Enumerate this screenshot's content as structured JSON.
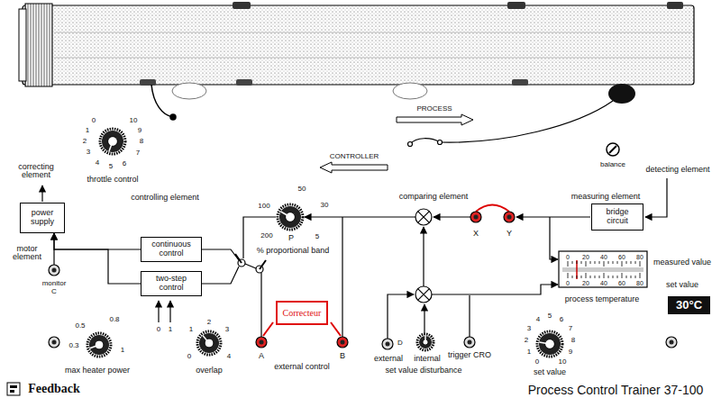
{
  "diagram": {
    "nodes": [
      {
        "text": [
          "power supply"
        ]
      },
      {
        "text": [
          "continuous control"
        ]
      },
      {
        "text": [
          "two-step control"
        ]
      },
      {
        "text": [
          "bridge circuit"
        ]
      },
      {
        "text": [
          "Correcteur"
        ]
      },
      {
        "text": [
          "30°C"
        ]
      }
    ],
    "edges": [
      {
        "from": 1,
        "to": 0,
        "arrow": "to"
      },
      {
        "from": 2,
        "to": 0,
        "arrow": "to"
      }
    ],
    "labels": [
      "0",
      "10",
      "1",
      "9",
      "2",
      "8",
      "3",
      "7",
      "4",
      "5",
      "6",
      "throttle control",
      "controlling element",
      "PROCESS",
      "CONTROLLER",
      "balance",
      "detecting element",
      "measuring element",
      "comparing element",
      "X",
      "Y",
      "correcting element",
      "motor element",
      "monitor",
      "C",
      "100",
      "50",
      "30",
      "200",
      "P",
      "5",
      "% proportional band",
      "A",
      "B",
      "external control",
      "0.5",
      "0.8",
      "0.3",
      "1",
      "max heater power",
      "0",
      "1",
      "0",
      "1",
      "2",
      "3",
      "4",
      "overlap",
      "D",
      "external",
      "internal",
      "trigger CRO",
      "set value disturbance",
      "0",
      "1",
      "2",
      "3",
      "4",
      "5",
      "6",
      "7",
      "8",
      "9",
      "10",
      "set value",
      "0",
      "20",
      "40",
      "60",
      "80",
      "0",
      "20",
      "40",
      "60",
      "80",
      "measured value",
      "set value",
      "process temperature",
      "Feedback",
      "Process Control Trainer 37-100"
    ]
  }
}
